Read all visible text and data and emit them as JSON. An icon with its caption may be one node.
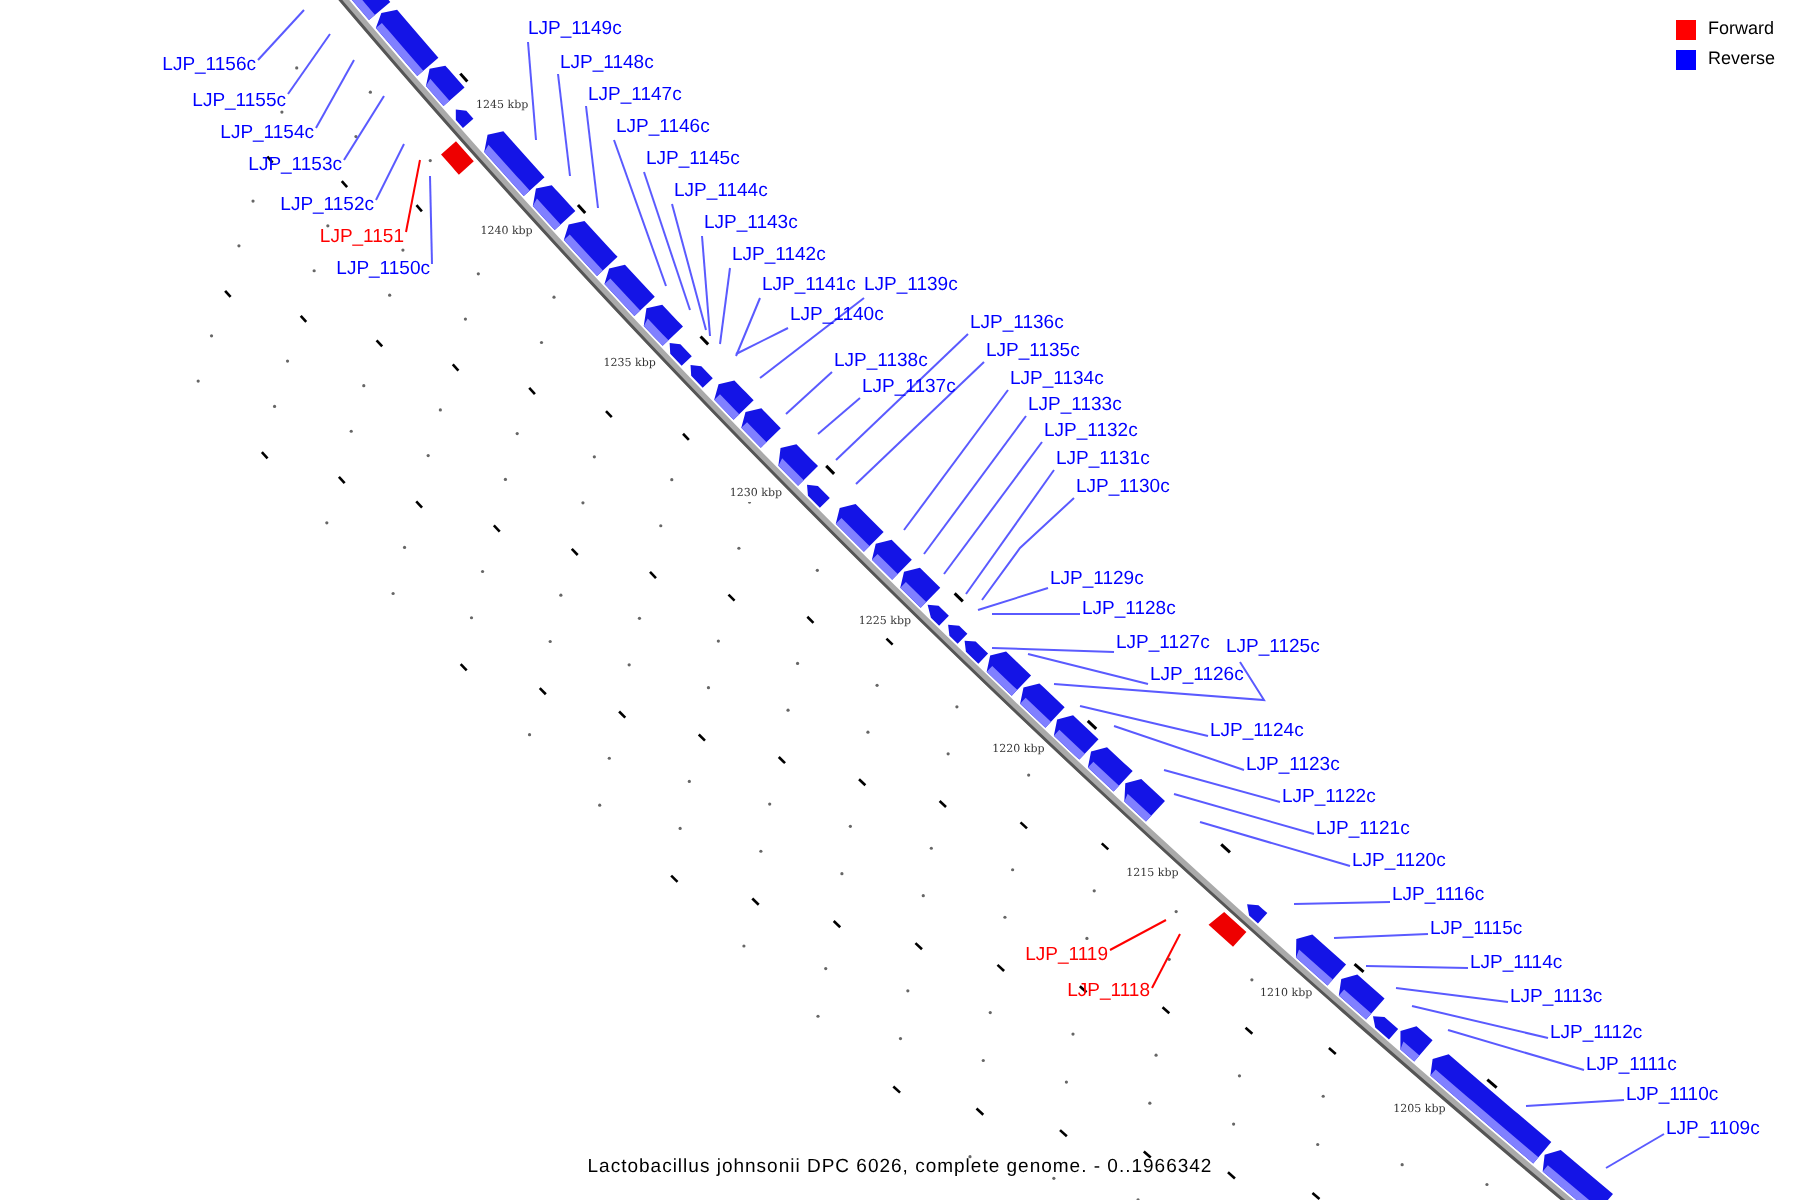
{
  "diagram": {
    "caption": "Lactobacillus johnsonii DPC 6026, complete genome. - 0..1966342",
    "nodes": [
      {
        "text": [
          "LJP_1156c"
        ]
      },
      {
        "text": [
          "LJP_1155c"
        ]
      },
      {
        "text": [
          "LJP_1154c"
        ]
      },
      {
        "text": [
          "LJP_1153c"
        ]
      },
      {
        "text": [
          "LJP_1152c"
        ]
      },
      {
        "text": [
          "LJP_1151"
        ]
      },
      {
        "text": [
          "LJP_1150c"
        ]
      },
      {
        "text": [
          "LJP_1149c"
        ]
      },
      {
        "text": [
          "LJP_1148c"
        ]
      },
      {
        "text": [
          "LJP_1147c"
        ]
      },
      {
        "text": [
          "LJP_1146c"
        ]
      },
      {
        "text": [
          "LJP_1145c"
        ]
      },
      {
        "text": [
          "LJP_1144c"
        ]
      },
      {
        "text": [
          "LJP_1143c"
        ]
      },
      {
        "text": [
          "LJP_1142c"
        ]
      },
      {
        "text": [
          "LJP_1141c"
        ]
      },
      {
        "text": [
          "LJP_1139c"
        ]
      },
      {
        "text": [
          "LJP_1140c"
        ]
      },
      {
        "text": [
          "LJP_1138c"
        ]
      },
      {
        "text": [
          "LJP_1137c"
        ]
      },
      {
        "text": [
          "LJP_1136c"
        ]
      },
      {
        "text": [
          "LJP_1135c"
        ]
      },
      {
        "text": [
          "LJP_1134c"
        ]
      },
      {
        "text": [
          "LJP_1133c"
        ]
      },
      {
        "text": [
          "LJP_1132c"
        ]
      },
      {
        "text": [
          "LJP_1131c"
        ]
      },
      {
        "text": [
          "LJP_1130c"
        ]
      },
      {
        "text": [
          "LJP_1129c"
        ]
      },
      {
        "text": [
          "LJP_1128c"
        ]
      },
      {
        "text": [
          "LJP_1127c"
        ]
      },
      {
        "text": [
          "LJP_1125c"
        ]
      },
      {
        "text": [
          "LJP_1126c"
        ]
      },
      {
        "text": [
          "LJP_1124c"
        ]
      },
      {
        "text": [
          "LJP_1123c"
        ]
      },
      {
        "text": [
          "LJP_1122c"
        ]
      },
      {
        "text": [
          "LJP_1121c"
        ]
      },
      {
        "text": [
          "LJP_1120c"
        ]
      },
      {
        "text": [
          "LJP_1116c"
        ]
      },
      {
        "text": [
          "LJP_1115c"
        ]
      },
      {
        "text": [
          "LJP_1114c"
        ]
      },
      {
        "text": [
          "LJP_1113c"
        ]
      },
      {
        "text": [
          "LJP_1112c"
        ]
      },
      {
        "text": [
          "LJP_1111c"
        ]
      },
      {
        "text": [
          "LJP_1110c"
        ]
      },
      {
        "text": [
          "LJP_1109c"
        ]
      },
      {
        "text": [
          "LJP_1119"
        ]
      },
      {
        "text": [
          "LJP_1118"
        ]
      }
    ],
    "edges": [
      {
        "from": 0,
        "to": null,
        "arrow": "none"
      },
      {
        "from": 1,
        "to": null,
        "arrow": "none"
      },
      {
        "from": 2,
        "to": null,
        "arrow": "none"
      },
      {
        "from": 3,
        "to": null,
        "arrow": "none"
      },
      {
        "from": 4,
        "to": null,
        "arrow": "none"
      },
      {
        "from": 5,
        "to": null,
        "arrow": "none",
        "color": "#ff0000"
      },
      {
        "from": 6,
        "to": null,
        "arrow": "none"
      },
      {
        "from": 7,
        "to": null,
        "arrow": "none"
      },
      {
        "from": 8,
        "to": null,
        "arrow": "none"
      },
      {
        "from": 9,
        "to": null,
        "arrow": "none"
      },
      {
        "from": 10,
        "to": null,
        "arrow": "none"
      },
      {
        "from": 11,
        "to": null,
        "arrow": "none"
      },
      {
        "from": 12,
        "to": null,
        "arrow": "none"
      },
      {
        "from": 13,
        "to": null,
        "arrow": "none"
      },
      {
        "from": 14,
        "to": null,
        "arrow": "none"
      },
      {
        "from": 15,
        "to": null,
        "arrow": "none"
      },
      {
        "from": 16,
        "to": null,
        "arrow": "none"
      },
      {
        "from": 17,
        "to": null,
        "arrow": "none"
      },
      {
        "from": 18,
        "to": null,
        "arrow": "none"
      },
      {
        "from": 19,
        "to": null,
        "arrow": "none"
      },
      {
        "from": 20,
        "to": null,
        "arrow": "none"
      },
      {
        "from": 21,
        "to": null,
        "arrow": "none"
      },
      {
        "from": 22,
        "to": null,
        "arrow": "none"
      },
      {
        "from": 23,
        "to": null,
        "arrow": "none"
      },
      {
        "from": 24,
        "to": null,
        "arrow": "none"
      },
      {
        "from": 25,
        "to": null,
        "arrow": "none"
      },
      {
        "from": 26,
        "to": null,
        "arrow": "none"
      },
      {
        "from": 27,
        "to": null,
        "arrow": "none"
      },
      {
        "from": 28,
        "to": null,
        "arrow": "none"
      },
      {
        "from": 29,
        "to": null,
        "arrow": "none"
      },
      {
        "from": 30,
        "to": null,
        "arrow": "none"
      },
      {
        "from": 31,
        "to": null,
        "arrow": "none"
      },
      {
        "from": 32,
        "to": null,
        "arrow": "none"
      },
      {
        "from": 33,
        "to": null,
        "arrow": "none"
      },
      {
        "from": 34,
        "to": null,
        "arrow": "none"
      },
      {
        "from": 35,
        "to": null,
        "arrow": "none"
      },
      {
        "from": 36,
        "to": null,
        "arrow": "none"
      },
      {
        "from": 37,
        "to": null,
        "arrow": "none"
      },
      {
        "from": 38,
        "to": null,
        "arrow": "none"
      },
      {
        "from": 39,
        "to": null,
        "arrow": "none"
      },
      {
        "from": 40,
        "to": null,
        "arrow": "none"
      },
      {
        "from": 41,
        "to": null,
        "arrow": "none"
      },
      {
        "from": 42,
        "to": null,
        "arrow": "none"
      },
      {
        "from": 43,
        "to": null,
        "arrow": "none"
      },
      {
        "from": 44,
        "to": null,
        "arrow": "none"
      },
      {
        "from": 45,
        "to": null,
        "arrow": "none",
        "color": "#ff0000"
      },
      {
        "from": 46,
        "to": null,
        "arrow": "none",
        "color": "#ff0000"
      }
    ],
    "labels": [
      "1245 kbp",
      "1240 kbp",
      "1235 kbp",
      "1230 kbp",
      "1225 kbp",
      "1220 kbp",
      "1215 kbp",
      "1210 kbp",
      "1205 kbp"
    ],
    "legend": [
      {
        "text": "Forward",
        "color": "#ff0000"
      },
      {
        "text": "Reverse",
        "color": "#0000ff"
      }
    ]
  }
}
